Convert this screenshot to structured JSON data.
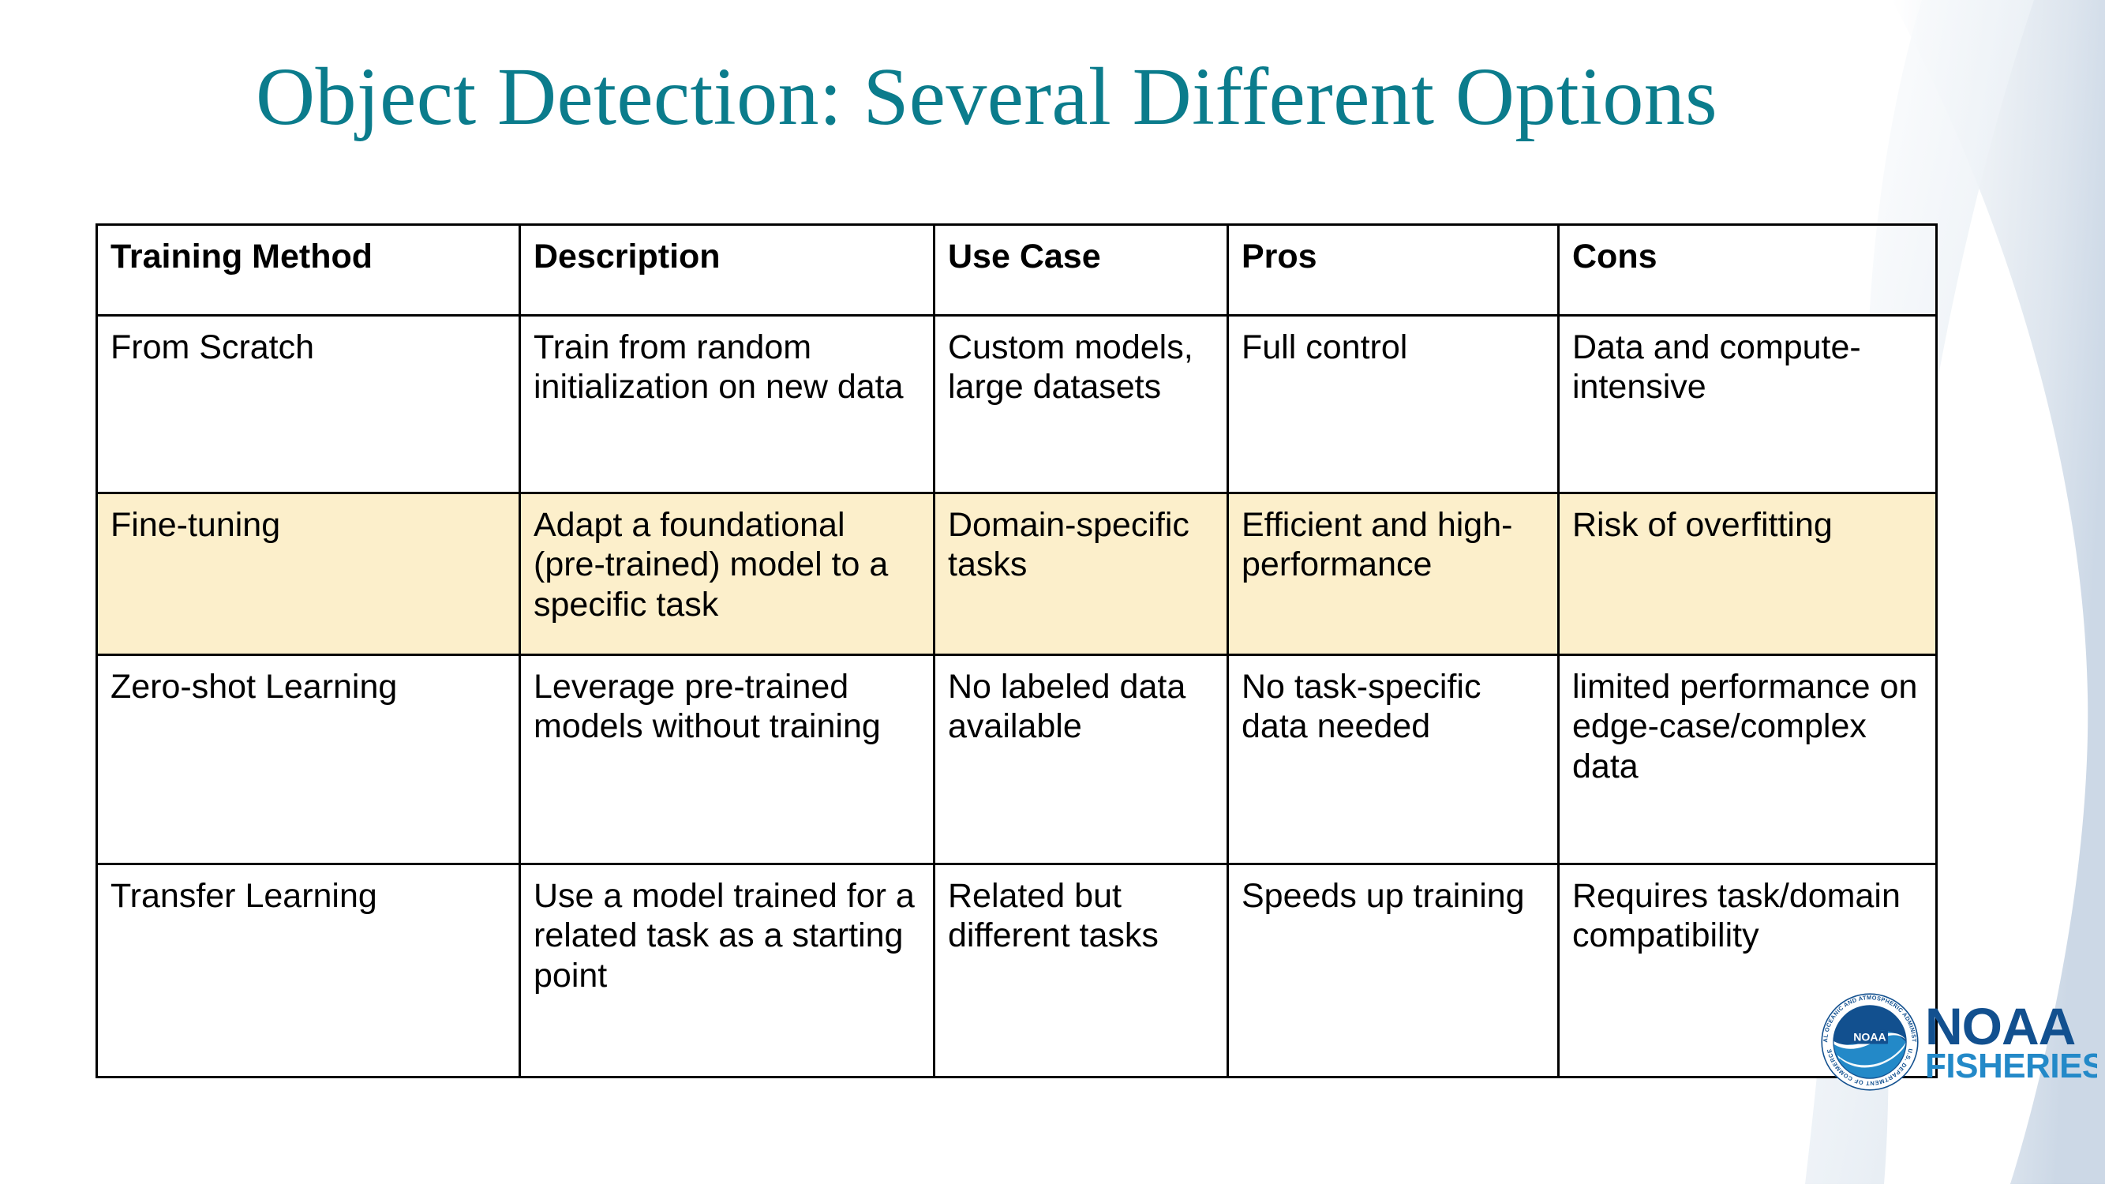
{
  "slide": {
    "title": "Object Detection: Several Different Options",
    "title_color": "#0b7c8c",
    "background_color": "#ffffff"
  },
  "table": {
    "highlight_color": "#fcefcb",
    "border_color": "#000000",
    "headers": [
      "Training Method",
      "Description",
      "Use Case",
      "Pros",
      "Cons"
    ],
    "rows": [
      {
        "highlighted": false,
        "cells": [
          "From Scratch",
          "Train from random initialization on new data",
          "Custom models, large datasets",
          "Full control",
          "Data and compute-intensive"
        ]
      },
      {
        "highlighted": true,
        "cells": [
          "Fine-tuning",
          "Adapt a foundational (pre-trained) model to a specific task",
          "Domain-specific tasks",
          "Efficient and high-performance",
          "Risk of overfitting"
        ]
      },
      {
        "highlighted": false,
        "cells": [
          "Zero-shot Learning",
          "Leverage pre-trained models without training",
          "No labeled data available",
          "No task-specific data needed",
          "limited performance on edge-case/complex data"
        ]
      },
      {
        "highlighted": false,
        "cells": [
          "Transfer Learning",
          "Use a model trained for a related task as a starting point",
          "Related but different tasks",
          "Speeds up training",
          "Requires task/domain compatibility"
        ]
      }
    ]
  },
  "logo": {
    "seal_alt": "noaa-seal",
    "ring_text_top": "NATIONAL OCEANIC AND ATMOSPHERIC ADMINISTRATION",
    "ring_text_bottom": "U.S. DEPARTMENT OF COMMERCE",
    "seal_inner_text": "NOAA",
    "wordmark_line1": "NOAA",
    "wordmark_line2": "FISHERIES",
    "color_dark_blue": "#12508f",
    "color_light_blue": "#2389c8"
  }
}
